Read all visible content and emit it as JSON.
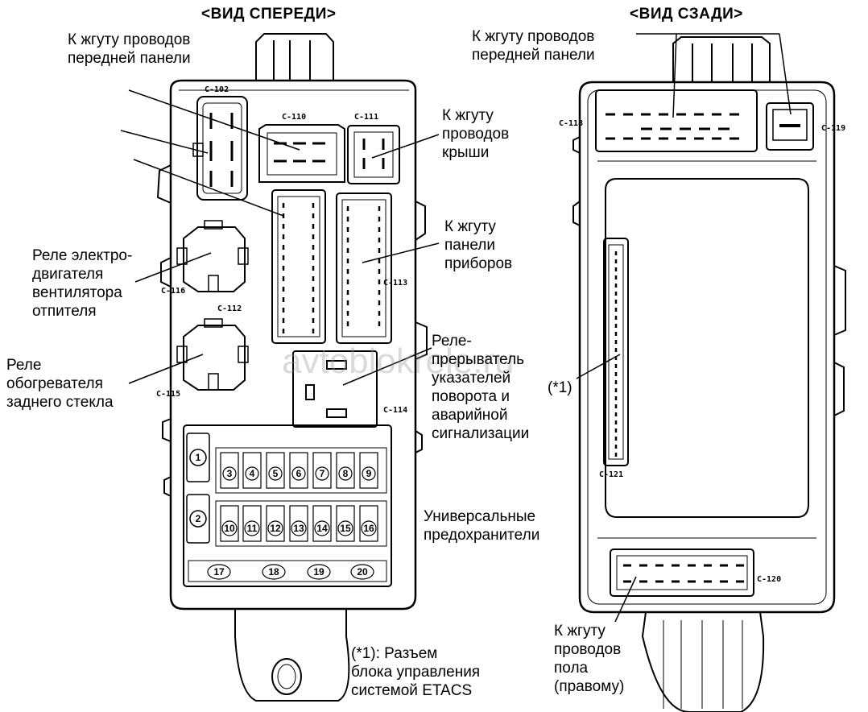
{
  "headings": {
    "front": "<ВИД СПЕРЕДИ>",
    "rear": "<ВИД СЗАДИ>"
  },
  "watermark": "avtoblokrele.ru",
  "labels": {
    "front_harness_front": "К жгуту проводов\nпередней панели",
    "front_harness_roof": "К жгуту\nпроводов\nкрыши",
    "front_harness_panel": "К жгуту\nпанели\nприборов",
    "relay_fan": "Реле электро-\nдвигателя\nвентилятора\nотпителя",
    "relay_rear_glass": "Реле\nобогревателя\nзаднего стекла",
    "relay_turn": "Реле-\nпрерыватель\nуказателей\nповорота и\nаварийной\nсигнализации",
    "fuses": "Универсальные\nпредохранители",
    "note_etacs": "(*1): Разъем\nблока управления\nсистемой ETACS",
    "rear_harness_front": "К жгуту проводов\nпередней панели",
    "rear_harness_floor": "К жгуту\nпроводов\nпола\n(правому)",
    "rear_star": "(*1)"
  },
  "connectors": {
    "c102": "C-102",
    "c110": "C-110",
    "c111": "C-111",
    "c116": "C-116",
    "c112": "C-112",
    "c113": "C-113",
    "c115": "C-115",
    "c114": "C-114",
    "c118": "C-118",
    "c119": "C-119",
    "c121": "C-121",
    "c120": "C-120"
  },
  "fuses": {
    "f1": "1",
    "f2": "2",
    "f3": "3",
    "f4": "4",
    "f5": "5",
    "f6": "6",
    "f7": "7",
    "f8": "8",
    "f9": "9",
    "f10": "10",
    "f11": "11",
    "f12": "12",
    "f13": "13",
    "f14": "14",
    "f15": "15",
    "f16": "16",
    "f17": "17",
    "f18": "18",
    "f19": "19",
    "f20": "20"
  },
  "colors": {
    "ink": "#000000",
    "paper": "#ffffff"
  }
}
